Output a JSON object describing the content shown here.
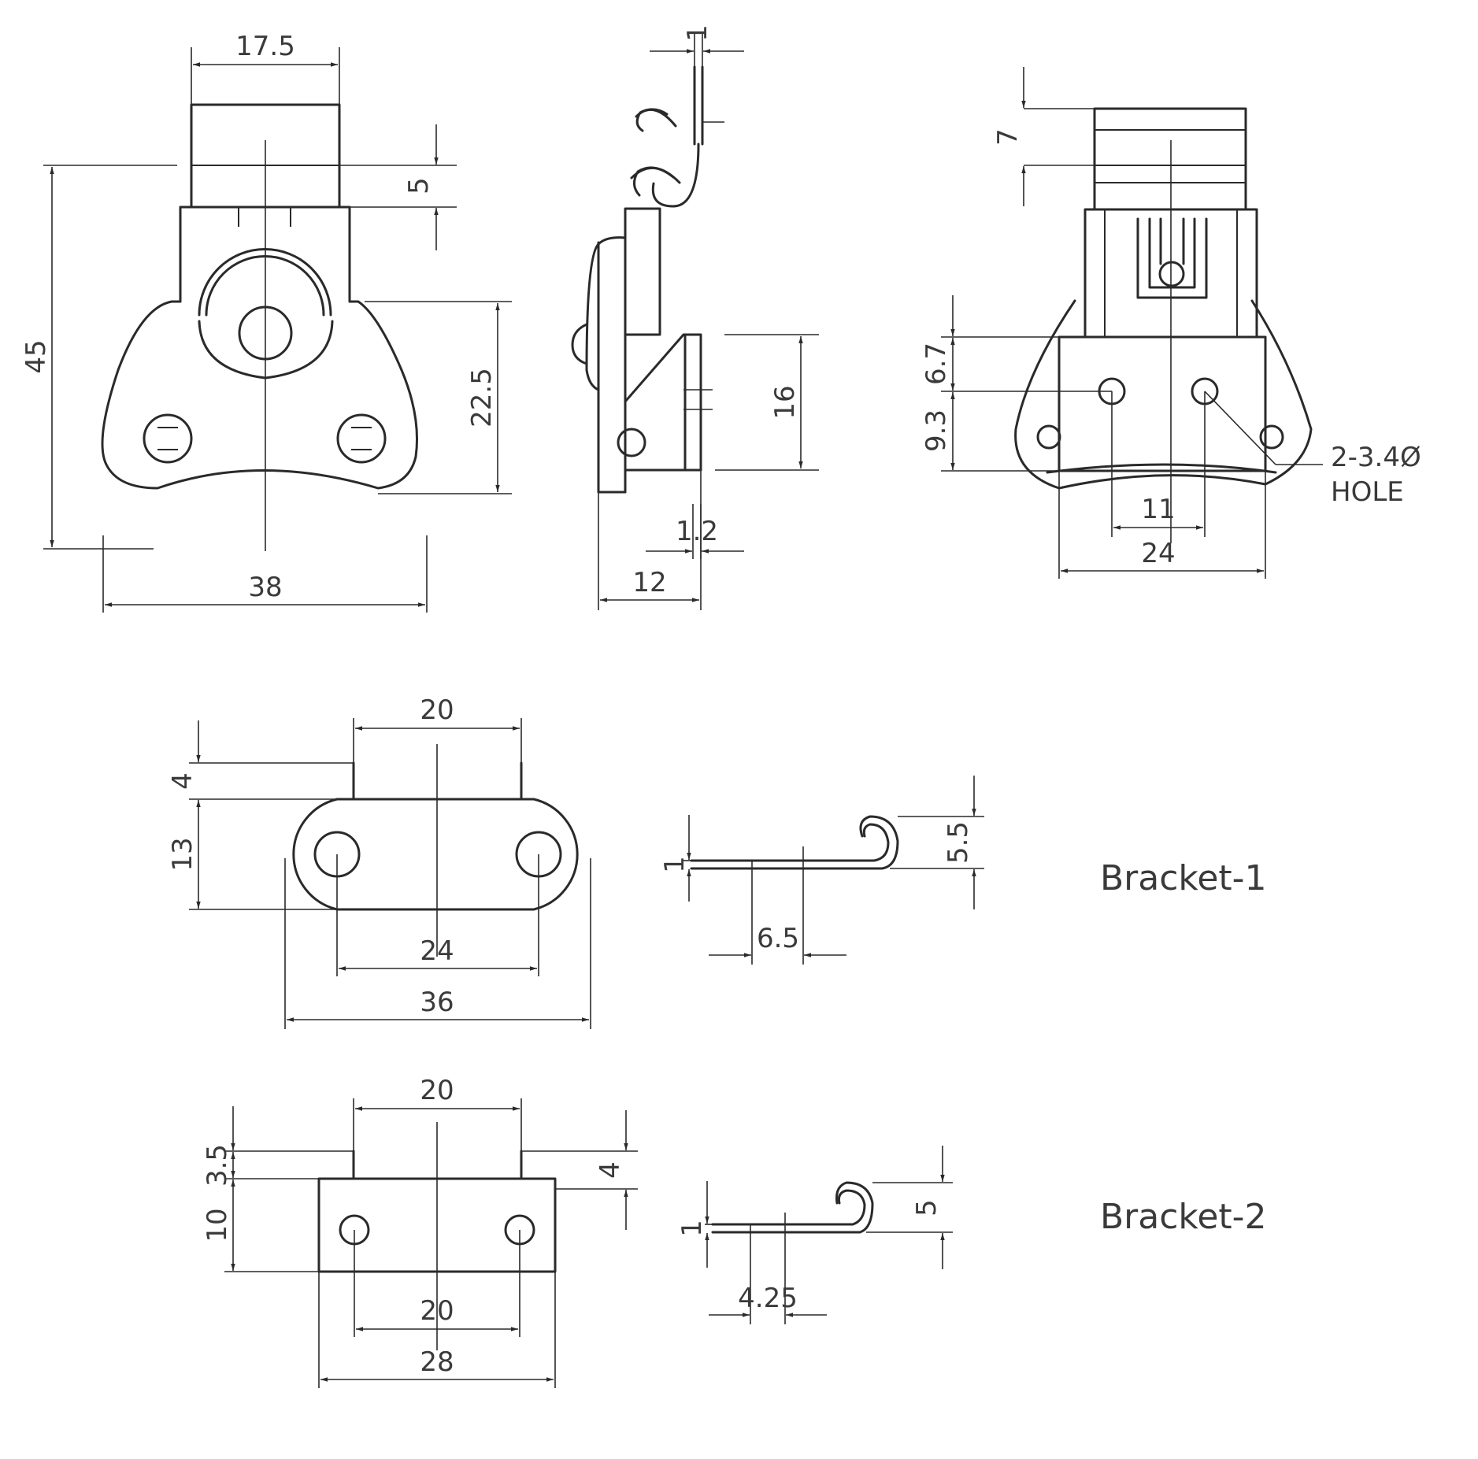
{
  "main_latch": {
    "front_view": {
      "width_top": "17.5",
      "height_top": "5",
      "height_total": "45",
      "height_lower": "22.5",
      "width_total": "38"
    },
    "side_view": {
      "thickness_top": "1",
      "height": "16",
      "thickness_bottom": "1.2",
      "depth": "12"
    },
    "rear_view": {
      "height_top": "7",
      "dim_6_7": "6.7",
      "dim_9_3": "9.3",
      "hole_spacing": "11",
      "width": "24",
      "hole_note_line1": "2-3.4Ø",
      "hole_note_line2": "HOLE"
    }
  },
  "bracket_1": {
    "label": "Bracket-1",
    "top_view": {
      "tab_width": "20",
      "tab_height": "4",
      "body_height": "13",
      "hole_spacing": "24",
      "overall_width": "36"
    },
    "side_view": {
      "thickness": "1",
      "hook_height": "5.5",
      "offset": "6.5"
    }
  },
  "bracket_2": {
    "label": "Bracket-2",
    "top_view": {
      "tab_width": "20",
      "dim_3_5": "3.5",
      "dim_10": "10",
      "tab_height": "4",
      "hole_spacing": "20",
      "overall_width": "28"
    },
    "side_view": {
      "thickness": "1",
      "hook_height": "5",
      "offset": "4.25"
    }
  }
}
